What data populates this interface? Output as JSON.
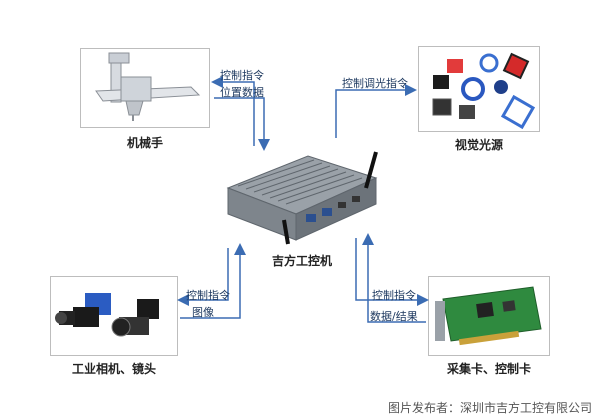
{
  "nodes": {
    "robot_arm": {
      "label": "机械手"
    },
    "light_source": {
      "label": "视觉光源"
    },
    "ipc": {
      "label": "吉方工控机"
    },
    "camera": {
      "label": "工业相机、镜头"
    },
    "capture_card": {
      "label": "采集卡、控制卡"
    }
  },
  "edges": {
    "robot_cmd": "控制指令",
    "robot_pos": "位置数据",
    "light_cmd": "控制调光指令",
    "camera_cmd": "控制指令",
    "camera_img": "图像",
    "card_cmd": "控制指令",
    "card_data": "数据/结果"
  },
  "footer": "图片发布者：深圳市吉方工控有限公司",
  "colors": {
    "arrow": "#3b6cb3",
    "frame": "#bdbdbd"
  }
}
